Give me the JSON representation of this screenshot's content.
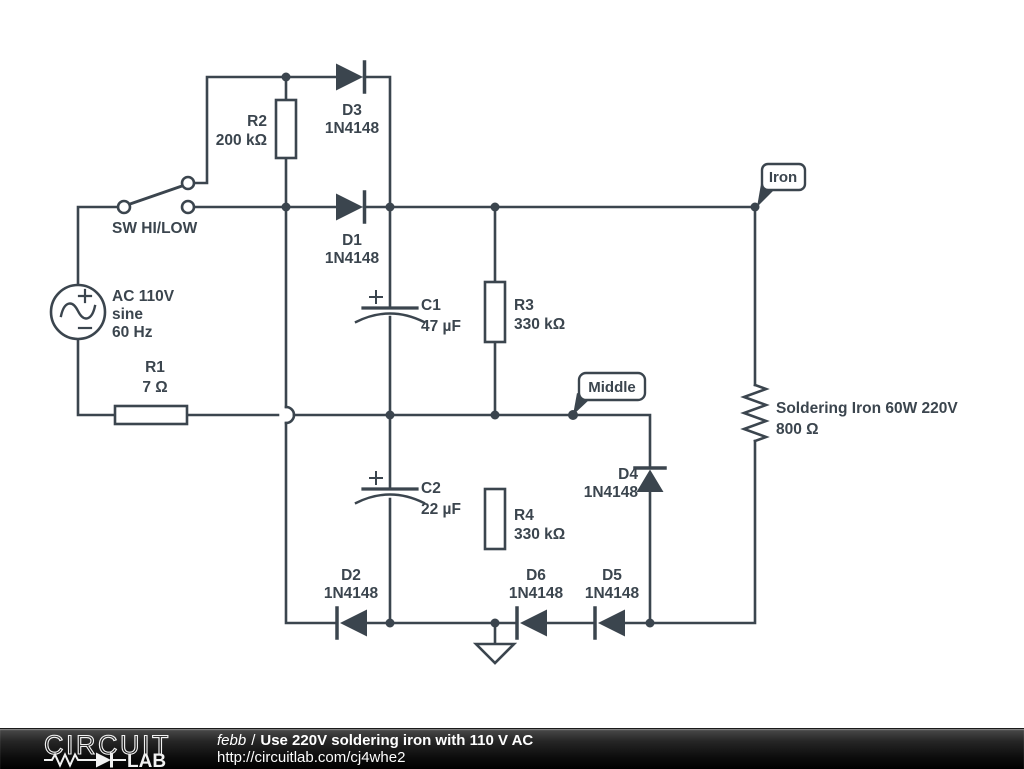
{
  "colors": {
    "line": "#3b454e",
    "background": "#ffffff",
    "footer_bg": "#000000",
    "footer_text": "#ffffff"
  },
  "schematic": {
    "switch": {
      "label": "SW HI/LOW"
    },
    "source": {
      "line1": "AC 110V",
      "line2": "sine",
      "line3": "60 Hz"
    },
    "resistors": {
      "r1": {
        "ref": "R1",
        "value": "7 Ω"
      },
      "r2": {
        "ref": "R2",
        "value": "200 kΩ"
      },
      "r3": {
        "ref": "R3",
        "value": "330 kΩ"
      },
      "r4": {
        "ref": "R4",
        "value": "330 kΩ"
      }
    },
    "capacitors": {
      "c1": {
        "ref": "C1",
        "value": "47 µF"
      },
      "c2": {
        "ref": "C2",
        "value": "22 µF"
      }
    },
    "diodes": {
      "d1": {
        "ref": "D1",
        "value": "1N4148"
      },
      "d2": {
        "ref": "D2",
        "value": "1N4148"
      },
      "d3": {
        "ref": "D3",
        "value": "1N4148"
      },
      "d4": {
        "ref": "D4",
        "value": "1N4148"
      },
      "d5": {
        "ref": "D5",
        "value": "1N4148"
      },
      "d6": {
        "ref": "D6",
        "value": "1N4148"
      }
    },
    "load": {
      "line1": "Soldering Iron 60W 220V",
      "line2": "800 Ω"
    },
    "flags": {
      "iron": "Iron",
      "middle": "Middle"
    }
  },
  "footer": {
    "logo_top": "CIRCUIT",
    "logo_bottom": "LAB",
    "author": "febb",
    "separator": "/",
    "title": "Use 220V soldering iron with 110 V AC",
    "url": "http://circuitlab.com/cj4whe2"
  }
}
